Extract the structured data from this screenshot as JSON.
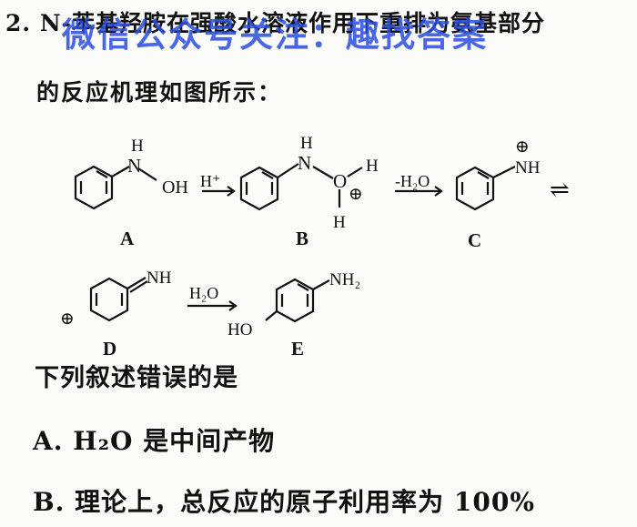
{
  "question": {
    "number": "2.",
    "stem_line1_visible": "N-苯基羟胺在强酸水溶液作用下重排为氨基部分",
    "stem_line2": "的反应机理如图所示：",
    "prompt": "下列叙述错误的是",
    "options": [
      {
        "label": "A.",
        "text": "H₂O 是中间产物"
      },
      {
        "label": "B.",
        "text": "理论上，总反应的原子利用率为 100%"
      }
    ]
  },
  "watermark": "微信公众号关注：趣找答案",
  "scheme": {
    "compounds": {
      "A": {
        "label": "A",
        "atoms": [
          "H",
          "N",
          "OH"
        ]
      },
      "B": {
        "label": "B",
        "atoms": [
          "H",
          "N",
          "O",
          "H",
          "H",
          "⊕"
        ]
      },
      "C": {
        "label": "C",
        "atoms": [
          "⊕",
          "NH"
        ]
      },
      "D": {
        "label": "D",
        "atoms": [
          "NH",
          "⊕"
        ]
      },
      "E": {
        "label": "E",
        "atoms": [
          "NH₂",
          "HO"
        ]
      }
    },
    "arrows": [
      {
        "reagent": "H⁺"
      },
      {
        "reagent": "-H₂O"
      },
      {
        "reagent": "⇌"
      },
      {
        "reagent": "H₂O"
      }
    ]
  }
}
